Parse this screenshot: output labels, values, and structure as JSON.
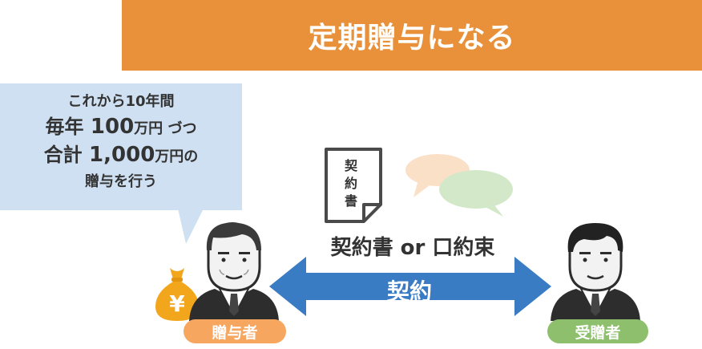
{
  "banner": {
    "title": "定期贈与になる"
  },
  "bubble": {
    "line1": "これから10年間",
    "line2_a": "毎年 ",
    "line2_num": "100",
    "line2_unit": "万円",
    "line2_b": " づつ",
    "line3_a": "合計 ",
    "line3_num": "1,000",
    "line3_unit": "万円",
    "line3_b": "の",
    "line4": "贈与を行う"
  },
  "document": {
    "char1": "契",
    "char2": "約",
    "char3": "書"
  },
  "contract": {
    "caption": "契約書 or 口約束",
    "arrow_label": "契約"
  },
  "giver": {
    "label": "贈与者"
  },
  "receiver": {
    "label": "受贈者"
  },
  "money_bag": {
    "symbol": "¥"
  },
  "colors": {
    "banner": "#E8913A",
    "bubble": "#CFE0F2",
    "arrow": "#3A7CC4",
    "giver_tag": "#F7A660",
    "receiver_tag": "#8DBF6C",
    "money_bag": "#F2A61C",
    "chat_orange": "#FBE0C8",
    "chat_green": "#D3E8C9"
  }
}
